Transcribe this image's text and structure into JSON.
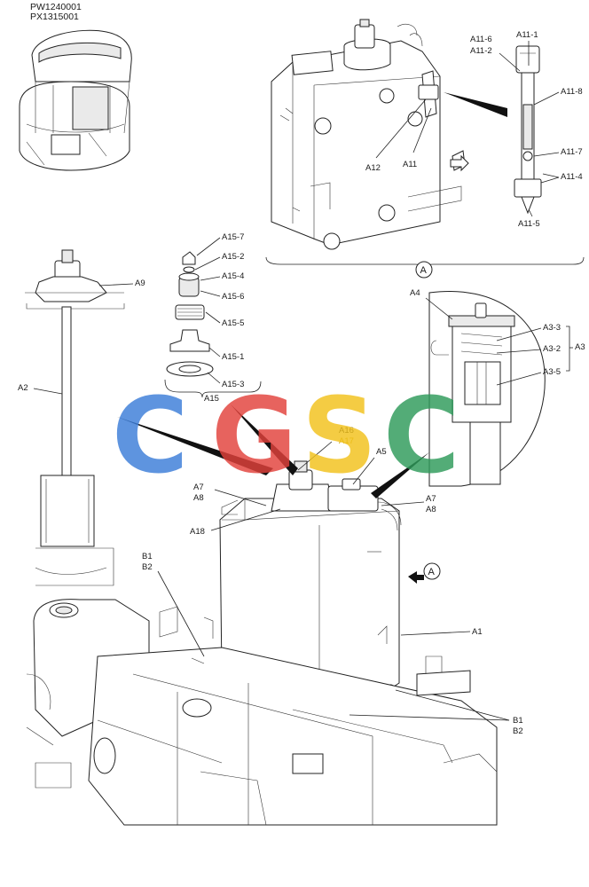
{
  "drawing_codes": [
    "PW1240001",
    "PX1315001"
  ],
  "detail_marker": "A",
  "watermark": {
    "letters": [
      "C",
      "G",
      "S",
      "C"
    ],
    "colors": [
      "#3b7dd8",
      "#e2413b",
      "#f2c21b",
      "#2e9a5a"
    ]
  },
  "parts": {
    "A1": "A1",
    "A2": "A2",
    "A4": "A4",
    "A5": "A5",
    "A7": "A7",
    "A8": "A8",
    "A9": "A9",
    "A11": "A11",
    "A12": "A12",
    "A15": "A15",
    "A16": "A16",
    "A17": "A17",
    "A18": "A18",
    "B1": "B1",
    "B2": "B2",
    "A3": "A3",
    "A3_2": "A3-2",
    "A3_3": "A3-3",
    "A3_5": "A3-5",
    "A11_1": "A11-1",
    "A11_2": "A11-2",
    "A11_4": "A11-4",
    "A11_5": "A11-5",
    "A11_6": "A11-6",
    "A11_7": "A11-7",
    "A11_8": "A11-8",
    "A15_1": "A15-1",
    "A15_2": "A15-2",
    "A15_3": "A15-3",
    "A15_4": "A15-4",
    "A15_5": "A15-5",
    "A15_6": "A15-6",
    "A15_7": "A15-7"
  }
}
